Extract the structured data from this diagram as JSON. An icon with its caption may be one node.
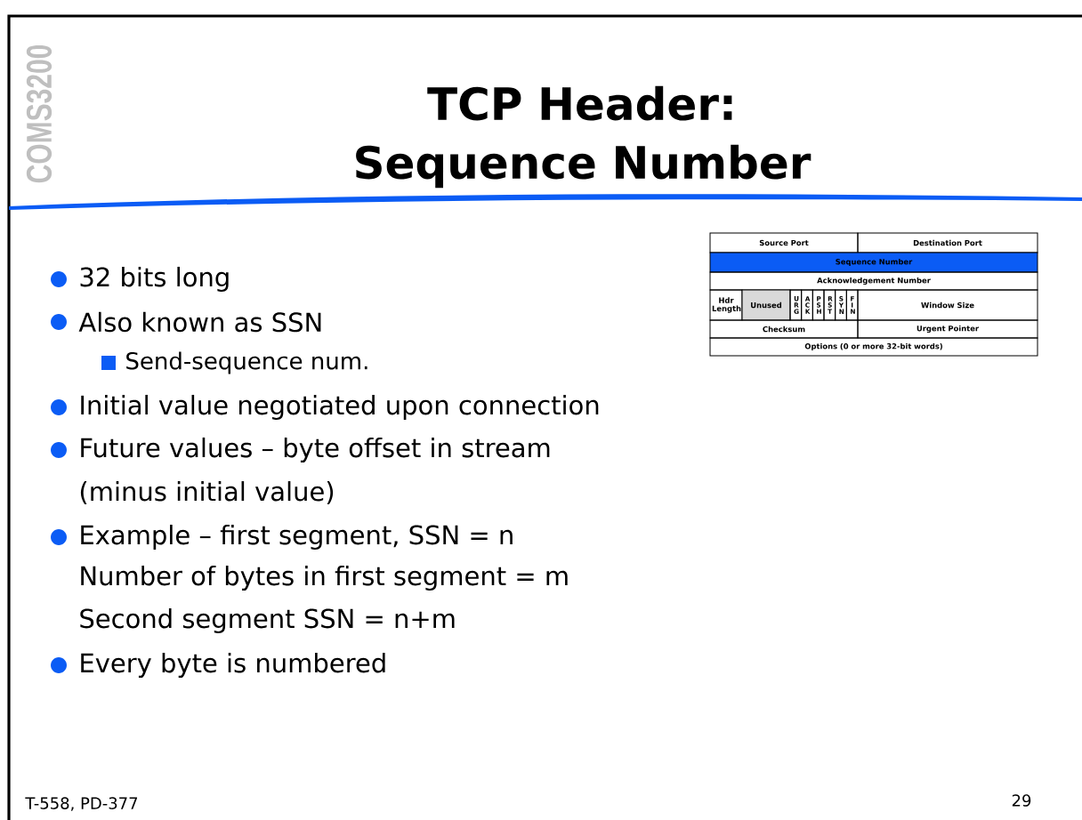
{
  "diagram": {
    "title": "TCP Header: Sequence Number",
    "labels": [
      "COMS3200",
      "32 bits long",
      "Also known as SSN",
      "Send-sequence num.",
      "Initial value negotiated upon connection",
      "Future values – byte offset in stream",
      "(minus initial value)",
      "Example – first segment, SSN = n",
      "Number of bytes in first segment = m",
      "Second segment SSN = n+m",
      "Every byte is numbered",
      "Source Port",
      "Destination Port",
      "Sequence Number",
      "Acknowledgement Number",
      "Hdr Length",
      "Unused",
      "U R G",
      "A C K",
      "P S H",
      "R S T",
      "S Y N",
      "F I N",
      "Window Size",
      "Checksum",
      "Urgent Pointer",
      "Options (0 or more 32-bit words)",
      "T-558, PD-377",
      "29"
    ]
  }
}
